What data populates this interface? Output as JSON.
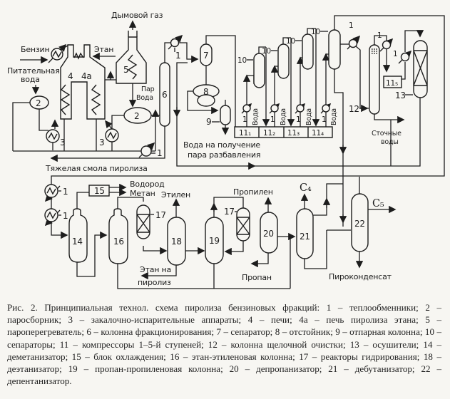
{
  "figure": {
    "caption": "Рис. 2. Принципиальная технол. схема пиролиза бензиновых фракций: 1 – теплообменники; 2 – паросборник; 3 – закалочно-испарительные аппараты; 4 – печи; 4а – печь пиролиза этана; 5 – пароперегреватель; 6 – колонна фракционирования; 7 – сепаратор; 8 – отстойник; 9 – отпарная колонна; 10 – сепараторы; 11 – компрессоры 1–5-й ступеней; 12 – колонна щелочной очистки; 13 – осушители; 14 – деметанизатор; 15 – блок охлаждения; 16 – этан-этиленовая колонна; 17 – реакторы гидрирования; 18 – деэтанизатор; 19 – пропан-пропиленовая колонна; 20 – депропанизатор; 21 – дебутанизатор; 22 – депентанизатор."
  },
  "labels": {
    "flue_gas": "Дымовой газ",
    "benzin": "Бензин",
    "etan": "Этан",
    "feedwater1": "Питательная",
    "feedwater2": "вода",
    "par": "Пар",
    "voda": "Вода",
    "heavy_resin": "Тяжелая смола пиролиза",
    "dilution1": "Вода на получение",
    "dilution2": "пара разбавления",
    "waste1": "Сточные",
    "waste2": "воды",
    "vodorod": "Водород",
    "metan": "Метан",
    "etilen": "Этилен",
    "etan_py1": "Этан на",
    "etan_py2": "пиролиз",
    "propilen": "Пропилен",
    "propan": "Пропан",
    "c4": "C₄",
    "c5": "C₅",
    "pirokondensat": "Пироконденсат"
  },
  "eq": {
    "n1": "1",
    "n2": "2",
    "n3": "3",
    "n4": "4",
    "n4a": "4а",
    "n5": "5",
    "n6": "6",
    "n7": "7",
    "n8": "8",
    "n9": "9",
    "n10": "10",
    "n11_1": "11₁",
    "n11_2": "11₂",
    "n11_3": "11₃",
    "n11_4": "11₄",
    "n11_5": "11₅",
    "n12": "12",
    "n13": "13",
    "n14": "14",
    "n15": "15",
    "n16": "16",
    "n17": "17",
    "n18": "18",
    "n19": "19",
    "n20": "20",
    "n21": "21",
    "n22": "22"
  }
}
